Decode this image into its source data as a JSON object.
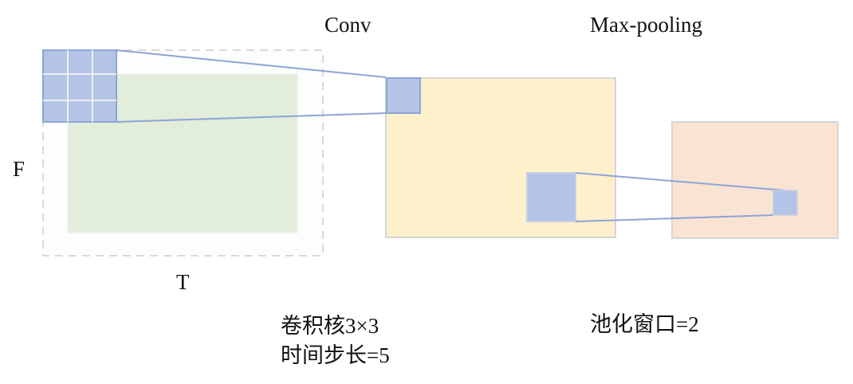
{
  "titles": {
    "conv": "Conv",
    "pool": "Max-pooling"
  },
  "axes": {
    "freq": "F",
    "time": "T"
  },
  "captions": {
    "conv_kernel": "卷积核3×3",
    "conv_stride": "时间步长=5",
    "pool_window": "池化窗口=2"
  },
  "colors": {
    "kernel": "#b3c4e6",
    "kernel_border": "#8ca4d6",
    "input": "#e2edda",
    "conv_map": "#fff0cc",
    "pool_map": "#f9e4d4",
    "dashed": "#d9d9d9"
  }
}
